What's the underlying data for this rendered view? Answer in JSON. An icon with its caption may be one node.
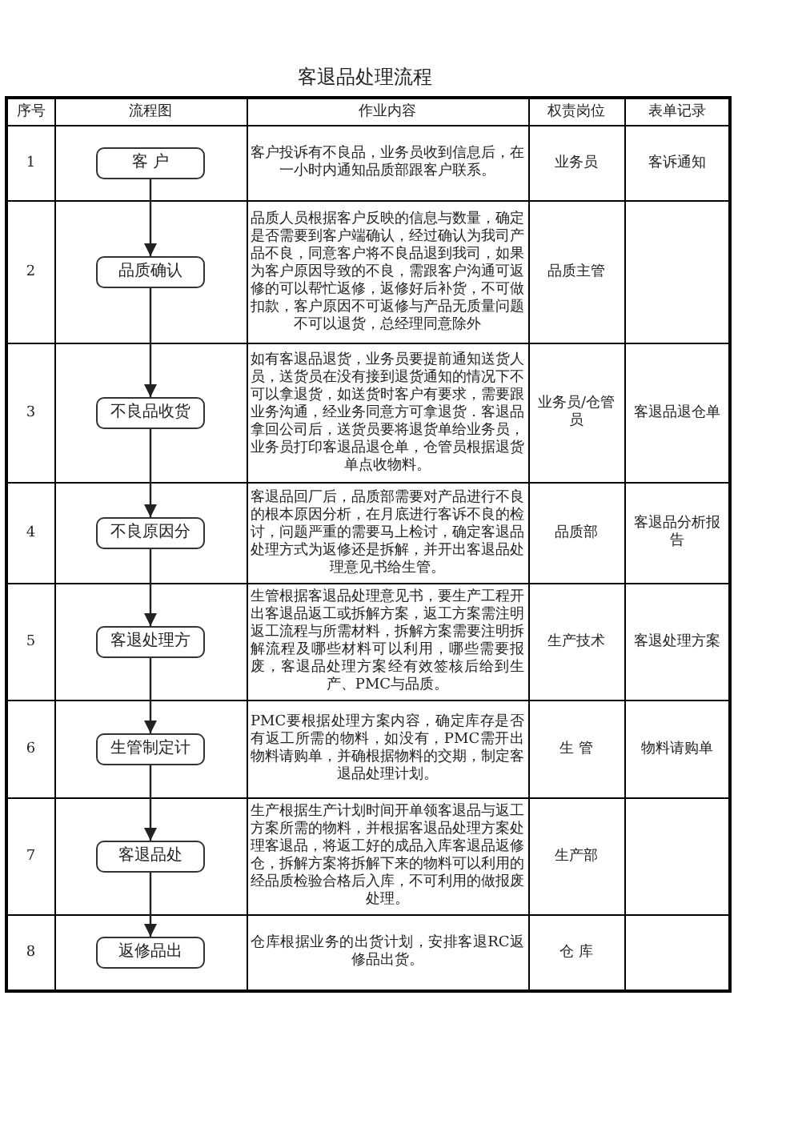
{
  "diagram": {
    "title": "客退品处理流程",
    "nodes": [
      {
        "text": [
          "客 户"
        ]
      },
      {
        "text": [
          "品质确认"
        ]
      },
      {
        "text": [
          "不良品收货"
        ]
      },
      {
        "text": [
          "不良原因分"
        ]
      },
      {
        "text": [
          "客退处理方"
        ]
      },
      {
        "text": [
          "生管制定计"
        ]
      },
      {
        "text": [
          "客退品处"
        ]
      },
      {
        "text": [
          "返修品出"
        ]
      }
    ],
    "edges": [
      {
        "from": 0,
        "to": 1,
        "arrow": "to"
      },
      {
        "from": 1,
        "to": 2,
        "arrow": "to"
      },
      {
        "from": 2,
        "to": 3,
        "arrow": "to"
      },
      {
        "from": 3,
        "to": 4,
        "arrow": "to"
      },
      {
        "from": 4,
        "to": 5,
        "arrow": "to"
      },
      {
        "from": 5,
        "to": 6,
        "arrow": "to"
      },
      {
        "from": 6,
        "to": 7,
        "arrow": "to"
      }
    ],
    "labels": [
      "序号",
      "流程图",
      "作业内容",
      "权责岗位",
      "表单记录",
      "1",
      "客户投诉有不良品，业务员收到信息后，在一小时内通知品质部跟客户联系。",
      "业务员",
      "客诉通知",
      "2",
      "品质人员根据客户反映的信息与数量，确定是否需要到客户端确认，经过确认为我司产品不良，同意客户将不良品退到我司，如果为客户原因导致的不良，需跟客户沟通可返修的可以帮忙返修，返修好后补货，不可做扣款，客户原因不可返修与产品无质量问题不可以退货，总经理同意除外",
      "品质主管",
      "3",
      "如有客退品退货，业务员要提前通知送货人员，送货员在没有接到退货通知的情况下不可以拿退货，如送货时客户有要求，需要跟业务沟通，经业务同意方可拿退货．客退品拿回公司后，送货员要将退货单给业务员，业务员打印客退品退仓单，仓管员根据退货单点收物料。",
      "业务员/仓管员",
      "客退品退仓单",
      "4",
      "客退品回厂后，品质部需要对产品进行不良的根本原因分析，在月底进行客诉不良的检讨，问题严重的需要马上检讨，确定客退品处理方式为返修还是拆解，并开出客退品处理意见书给生管。",
      "品质部",
      "客退品分析报告",
      "5",
      "生管根据客退品处理意见书，要生产工程开出客退品返工或拆解方案，返工方案需注明返工流程与所需材料，拆解方案需要注明拆解流程及哪些材料可以利用，哪些需要报废，客退品处理方案经有效签核后给到生产、PMC与品质。",
      "生产技术",
      "客退处理方案",
      "6",
      "PMC要根据处理方案内容，确定库存是否有返工所需的物料，如没有，PMC需开出物料请购单，并确根据物料的交期，制定客退品处理计划。",
      "生 管",
      "物料请购单",
      "7",
      "生产根据生产计划时间开单领客退品与返工方案所需的物料，并根据客退品处理方案处理客退品，将返工好的成品入库客退品返修仓，拆解方案将拆解下来的物料可以利用的经品质检验合格后入库，不可利用的做报废处理。",
      "生产部",
      "8",
      "仓库根据业务的出货计划，安排客退RC返修品出货。",
      "仓 库"
    ]
  }
}
